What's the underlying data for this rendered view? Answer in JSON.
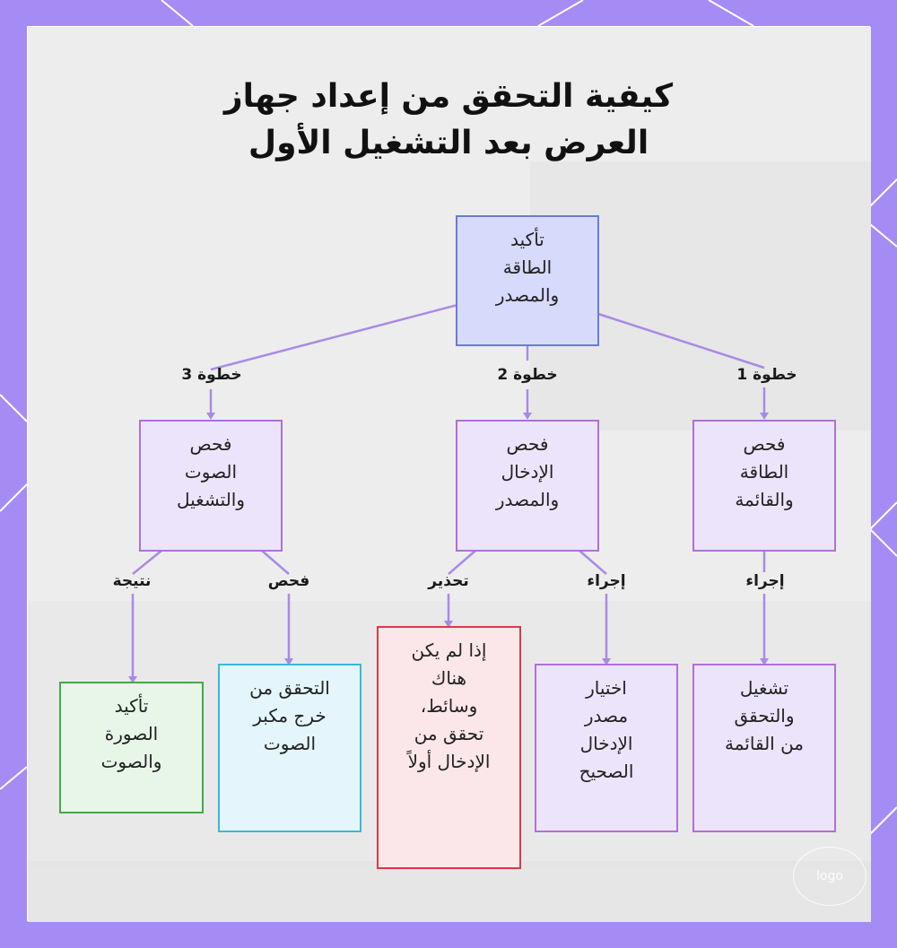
{
  "colors": {
    "frame": "#a58cf5",
    "panel": "#ececec",
    "edge": "#a98ae6",
    "purple_fill": "#ece4fb",
    "purple_border": "#b070d8",
    "blue_fill": "#d6dafb",
    "blue_border": "#6b7bd3",
    "green_fill": "#e7f6e7",
    "green_border": "#45a84a",
    "cyan_fill": "#e4f5fb",
    "cyan_border": "#39b9d9",
    "red_fill": "#fbe7ea",
    "red_border": "#d93a46"
  },
  "title": {
    "line1": "كيفية التحقق من إعداد جهاز",
    "line2": "العرض بعد التشغيل الأول"
  },
  "nodes": {
    "root": "تأكيد\nالطاقة\nوالمصدر",
    "power_check": "فحص\nالطاقة\nوالقائمة",
    "input_check": "فحص\nالإدخال\nوالمصدر",
    "sound_check": "فحص\nالصوت\nوالتشغيل",
    "run_menu": "تشغيل\nوالتحقق\nمن القائمة",
    "choose_input": "اختيار\nمصدر\nالإدخال\nالصحيح",
    "no_media": "إذا لم يكن\nهناك\nوسائط،\nتحقق من\nالإدخال أولاً",
    "speaker_output": "التحقق من\nخرج مكبر\nالصوت",
    "confirm_av": "تأكيد\nالصورة\nوالصوت"
  },
  "edge_labels": {
    "step1": "خطوة 1",
    "step2": "خطوة 2",
    "step3": "خطوة 3",
    "action1": "إجراء",
    "action2": "إجراء",
    "warning": "تحذير",
    "check": "فحص",
    "result": "نتيجة"
  },
  "logo": "logo"
}
